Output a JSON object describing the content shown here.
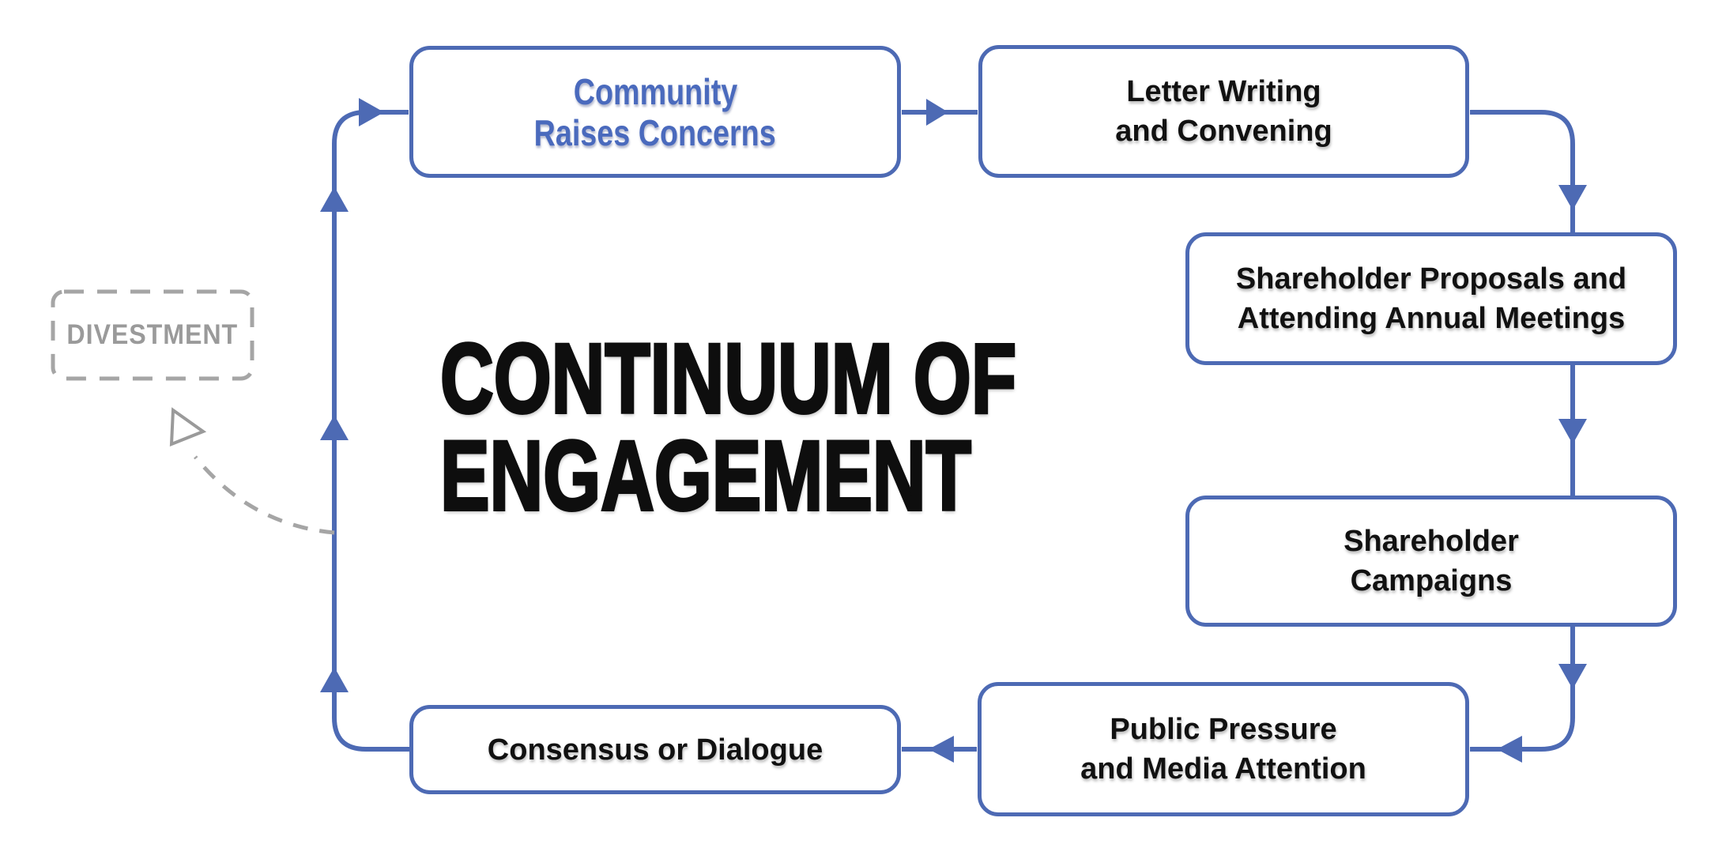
{
  "title": {
    "line1": "CONTINUUM OF",
    "line2": "ENGAGEMENT"
  },
  "boxes": {
    "community": {
      "line1": "Community",
      "line2": "Raises Concerns"
    },
    "letter_writing": {
      "line1": "Letter Writing",
      "line2": "and Convening"
    },
    "shareholder_proposals": {
      "line1": "Shareholder Proposals and",
      "line2": "Attending Annual Meetings"
    },
    "shareholder_campaigns": {
      "line1": "Shareholder",
      "line2": "Campaigns"
    },
    "public_pressure": {
      "line1": "Public Pressure",
      "line2": "and Media Attention"
    },
    "consensus": {
      "line1": "Consensus or Dialogue"
    }
  },
  "divestment": {
    "label": "DIVESTMENT"
  },
  "colors": {
    "flow_blue": "#4d6ab4",
    "blue_text": "#4a6abd",
    "divestment_gray": "#9a9a9a",
    "dash_gray": "#a5a5a5",
    "title_black": "#0e0e0e"
  }
}
